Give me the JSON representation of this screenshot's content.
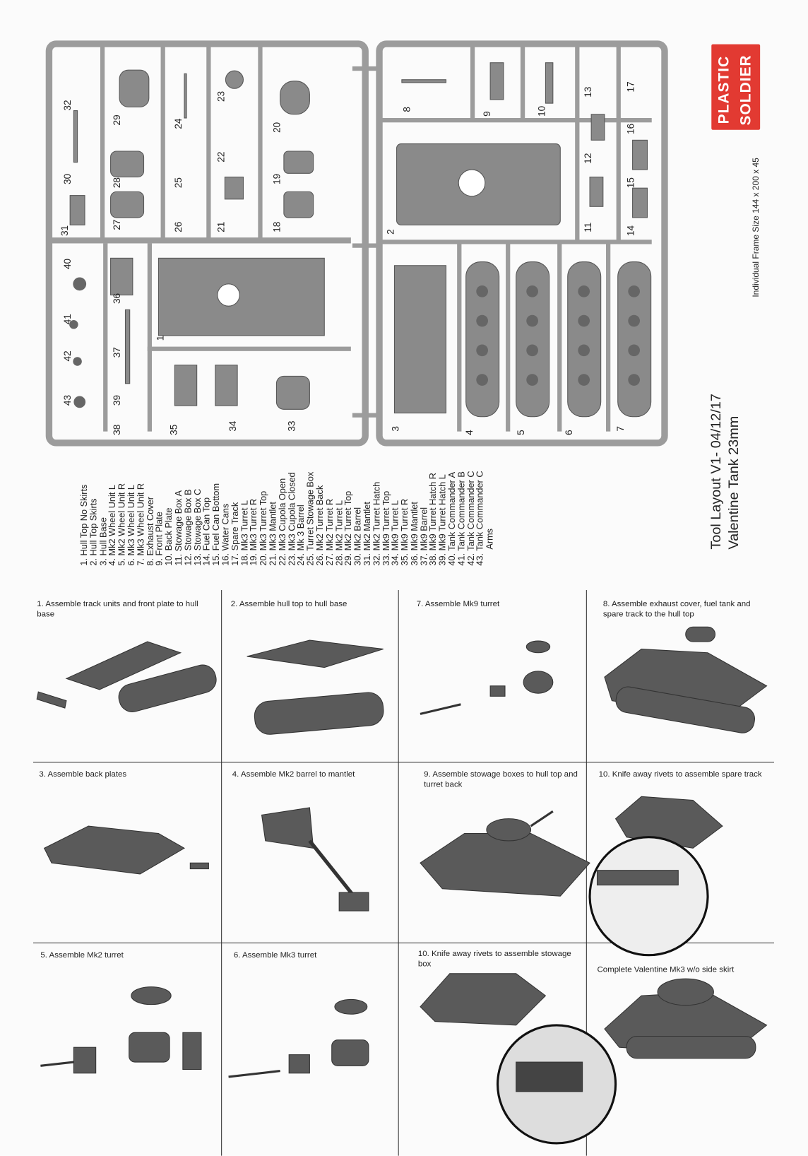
{
  "brand": {
    "logo_text": "PLASTIC SOLDIER",
    "accent": "#e23a32"
  },
  "frame_size": "Individual Frame Size 144 x 200 x 45",
  "title": {
    "line1": "Tool Layout V1- 04/12/17",
    "line2": "Valentine Tank 23mm"
  },
  "parts": [
    "1. Hull Top No Skirts",
    "2. Hull Top Skirts",
    "3. Hull Base",
    "4. Mk2 Wheel Unit L",
    "5. Mk2 Wheel Unit R",
    "6. Mk3 Wheel Unit L",
    "7. Mk3 Wheel Unit R",
    "8. Exhaust Cover",
    "9. Front Plate",
    "10. Back Plate",
    "11. Stowage Box A",
    "12. Stowage Box B",
    "13. Stowage Box C",
    "14. Fuel Can Top",
    "15. Fuel Can Bottom",
    "16. Water Cans",
    "17. Spare Track",
    "18. Mk3 Turret L",
    "19. Mk3 Turret R",
    "20. Mk3 Turret Top",
    "21. Mk3 Mantlet",
    "22. Mk3 Cupola Open",
    "23. Mk3 Cupola Closed",
    "24. Mk 3 Barrel",
    "25. Turret Stowage Box",
    "26. Mk2 Turret Back",
    "27. Mk2 Turret R",
    "28. Mk2 Turret L",
    "29. Mk2 Turret Top",
    "30. Mk2 Barrel",
    "31. Mk2 Mantlet",
    "32. Mk2 Turret Hatch",
    "33. Mk9 Turret Top",
    "34. Mk9 Turret L",
    "35. Mk9 Turret R",
    "36. Mk9 Mantlet",
    "37. Mk9 Barrel",
    "38. Mk9 Turret Hatch R",
    "39. Mk9 Turret Hatch L",
    "40. Tank Commander A",
    "41. Tank Commander B",
    "42. Tank Commander C",
    "43. Tank Commander C",
    "Arms"
  ],
  "sprue_numbers": {
    "n1": "1",
    "n2": "2",
    "n3": "3",
    "n4": "4",
    "n5": "5",
    "n6": "6",
    "n7": "7",
    "n8": "8",
    "n9": "9",
    "n10": "10",
    "n11": "11",
    "n12": "12",
    "n13": "13",
    "n14": "14",
    "n15": "15",
    "n16": "16",
    "n17": "17",
    "n18": "18",
    "n19": "19",
    "n20": "20",
    "n21": "21",
    "n22": "22",
    "n23": "23",
    "n24": "24",
    "n25": "25",
    "n26": "26",
    "n27": "27",
    "n28": "28",
    "n29": "29",
    "n30": "30",
    "n31": "31",
    "n32": "32",
    "n33": "33",
    "n34": "34",
    "n35": "35",
    "n36": "36",
    "n37": "37",
    "n38": "38",
    "n39": "39",
    "n40": "40",
    "n41": "41",
    "n42": "42",
    "n43": "43"
  },
  "steps": {
    "s1": "1. Assemble track units and front plate to hull base",
    "s2": "2. Assemble hull top to hull base",
    "s7": "7. Assemble Mk9 turret",
    "s8": "8. Assemble exhaust cover, fuel tank and spare track to the hull top",
    "s3": "3. Assemble back plates",
    "s4": "4. Assemble Mk2 barrel to mantlet",
    "s9": "9. Assemble stowage boxes to hull top and turret back",
    "s10a": "10. Knife away rivets to assemble spare track",
    "s5": "5. Assemble Mk2 turret",
    "s6": "6. Assemble Mk3 turret",
    "s10b": "10. Knife away rivets to assemble stowage box",
    "complete": "Complete Valentine Mk3 w/o side skirt"
  }
}
